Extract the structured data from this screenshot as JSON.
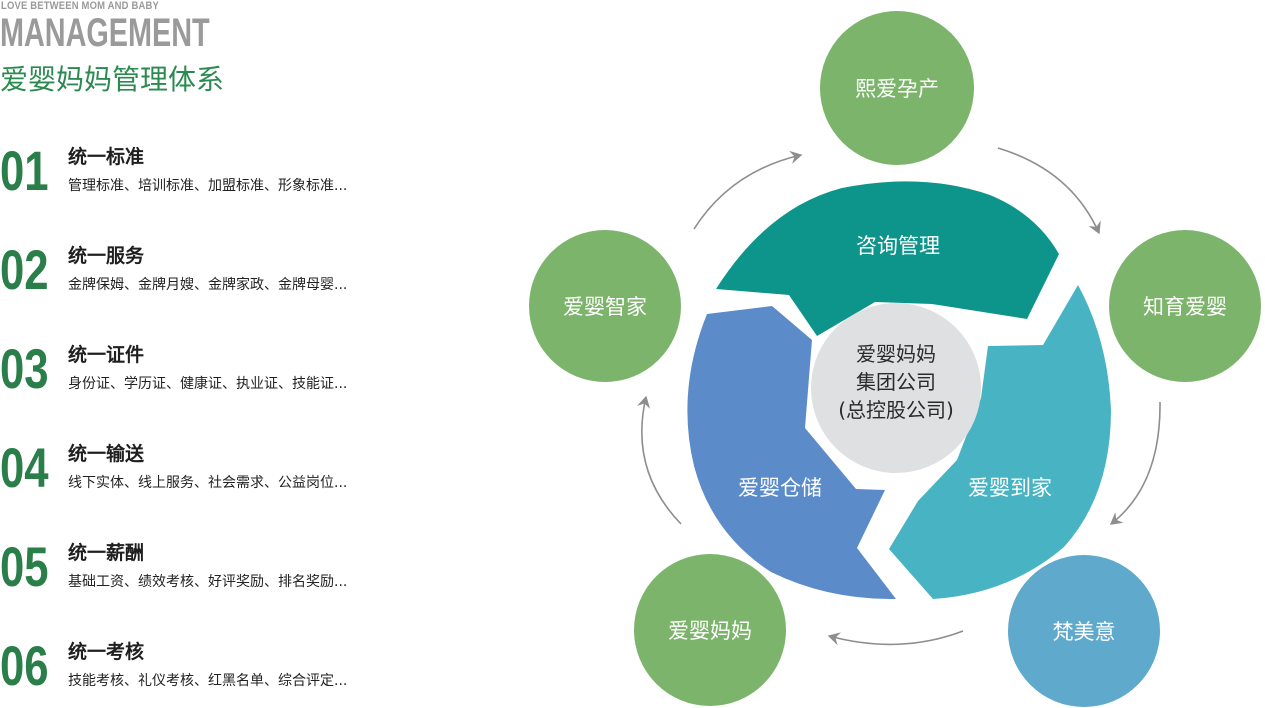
{
  "header": {
    "kicker": "LOVE BETWEEN MOM AND BABY",
    "big_title": "MANAGEMENT",
    "cn_title": "爱婴妈妈管理体系"
  },
  "items": [
    {
      "num": "01",
      "title": "统一标准",
      "desc": "管理标准、培训标准、加盟标准、形象标准..."
    },
    {
      "num": "02",
      "title": "统一服务",
      "desc": "金牌保姆、金牌月嫂、金牌家政、金牌母婴..."
    },
    {
      "num": "03",
      "title": "统一证件",
      "desc": "身份证、学历证、健康证、执业证、技能证..."
    },
    {
      "num": "04",
      "title": "统一输送",
      "desc": "线下实体、线上服务、社会需求、公益岗位..."
    },
    {
      "num": "05",
      "title": "统一薪酬",
      "desc": "基础工资、绩效考核、好评奖励、排名奖励..."
    },
    {
      "num": "06",
      "title": "统一考核",
      "desc": "技能考核、礼仪考核、红黑名单、综合评定..."
    }
  ],
  "diagram": {
    "center_lines": [
      "爱婴妈妈",
      "集团公司",
      "(总控股公司)"
    ],
    "segments": {
      "consult": "咨询管理",
      "home": "爱婴到家",
      "storage": "爱婴仓储"
    },
    "satellites": {
      "top": "熙爱孕产",
      "right": "知育爱婴",
      "bottom_right": "梵美意",
      "bottom_left": "爱婴妈妈",
      "left": "爱婴智家"
    }
  },
  "colors": {
    "green_title": "#2a8a4f",
    "green_number": "#2a7e4a",
    "grey_header": "#9a9a9a",
    "satellite_green": "#7cb46b",
    "satellite_blue": "#5ea9cc",
    "segment_teal": "#0e958b",
    "segment_cyan": "#48b3c3",
    "segment_blue": "#5b8bc9",
    "center_grey": "#dfe0e1",
    "arrow_grey": "#8e8e8e"
  }
}
